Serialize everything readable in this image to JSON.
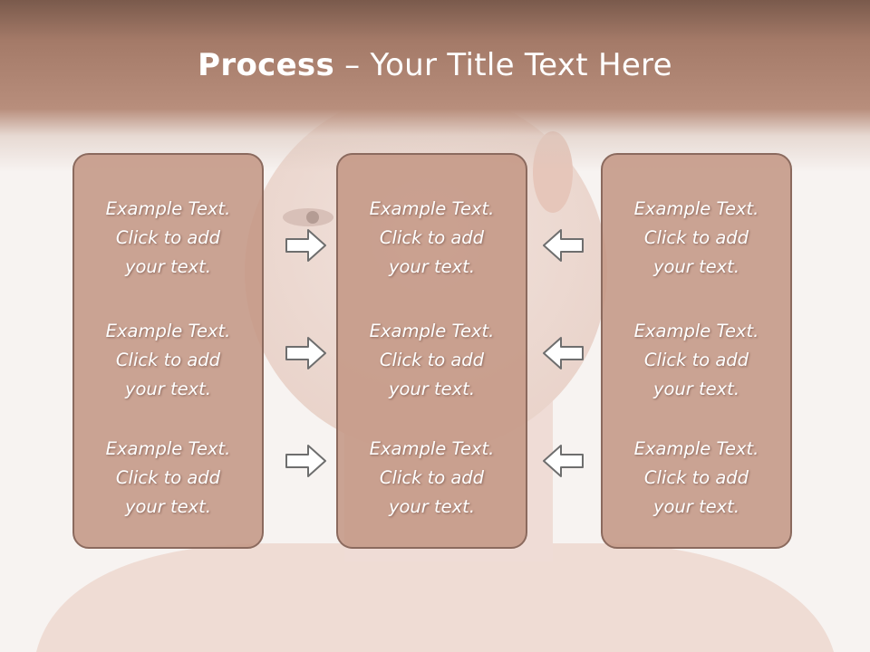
{
  "slide": {
    "title_bold": "Process",
    "title_rest": " – Your Title Text Here"
  },
  "columns": [
    {
      "cells": [
        "Example Text.\nClick  to add\nyour text.",
        "Example Text.\nClick  to add\nyour text.",
        "Example Text.\nClick  to add\nyour text."
      ]
    },
    {
      "cells": [
        "Example Text.\nClick  to add\nyour text.",
        "Example Text.\nClick  to add\nyour text.",
        "Example Text.\nClick  to add\nyour text."
      ]
    },
    {
      "cells": [
        "Example Text.\nClick  to add\nyour text.",
        "Example Text.\nClick  to add\nyour text.",
        "Example Text.\nClick  to add\nyour text."
      ]
    }
  ],
  "arrows": {
    "left_group": "arrow-right-icon",
    "right_group": "arrow-left-icon"
  },
  "colors": {
    "box_fill": "#c49785",
    "box_border": "#8b6a5e",
    "header": "#a47a68",
    "arrow_stroke": "#6e6e6e"
  }
}
